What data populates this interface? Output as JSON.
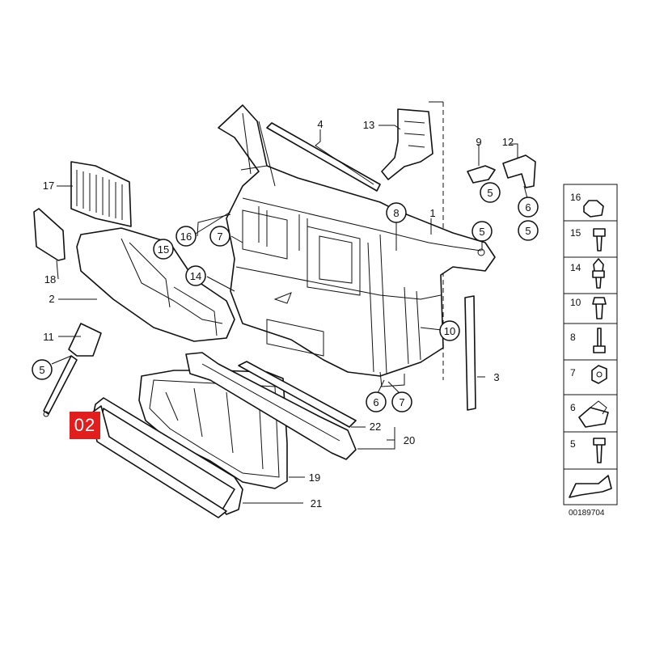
{
  "badge": {
    "text": "02",
    "color": "#e21d1d"
  },
  "diagram_code": "00189704",
  "callouts": {
    "c1": "1",
    "c2": "2",
    "c3": "3",
    "c4": "4",
    "c5a": "5",
    "c5b": "5",
    "c5c": "5",
    "c5d": "5",
    "c6a": "6",
    "c6b": "6",
    "c7a": "7",
    "c7b": "7",
    "c8": "8",
    "c9": "9",
    "c10": "10",
    "c11": "11",
    "c12": "12",
    "c13": "13",
    "c14": "14",
    "c15": "15",
    "c16": "16",
    "c17": "17",
    "c18": "18",
    "c19": "19",
    "c20": "20",
    "c21": "21",
    "c22": "22"
  },
  "fastener_legend": [
    "16",
    "15",
    "14",
    "10",
    "8",
    "7",
    "6",
    "5"
  ],
  "icons": {
    "arrow": "assembly-arrow-icon"
  }
}
